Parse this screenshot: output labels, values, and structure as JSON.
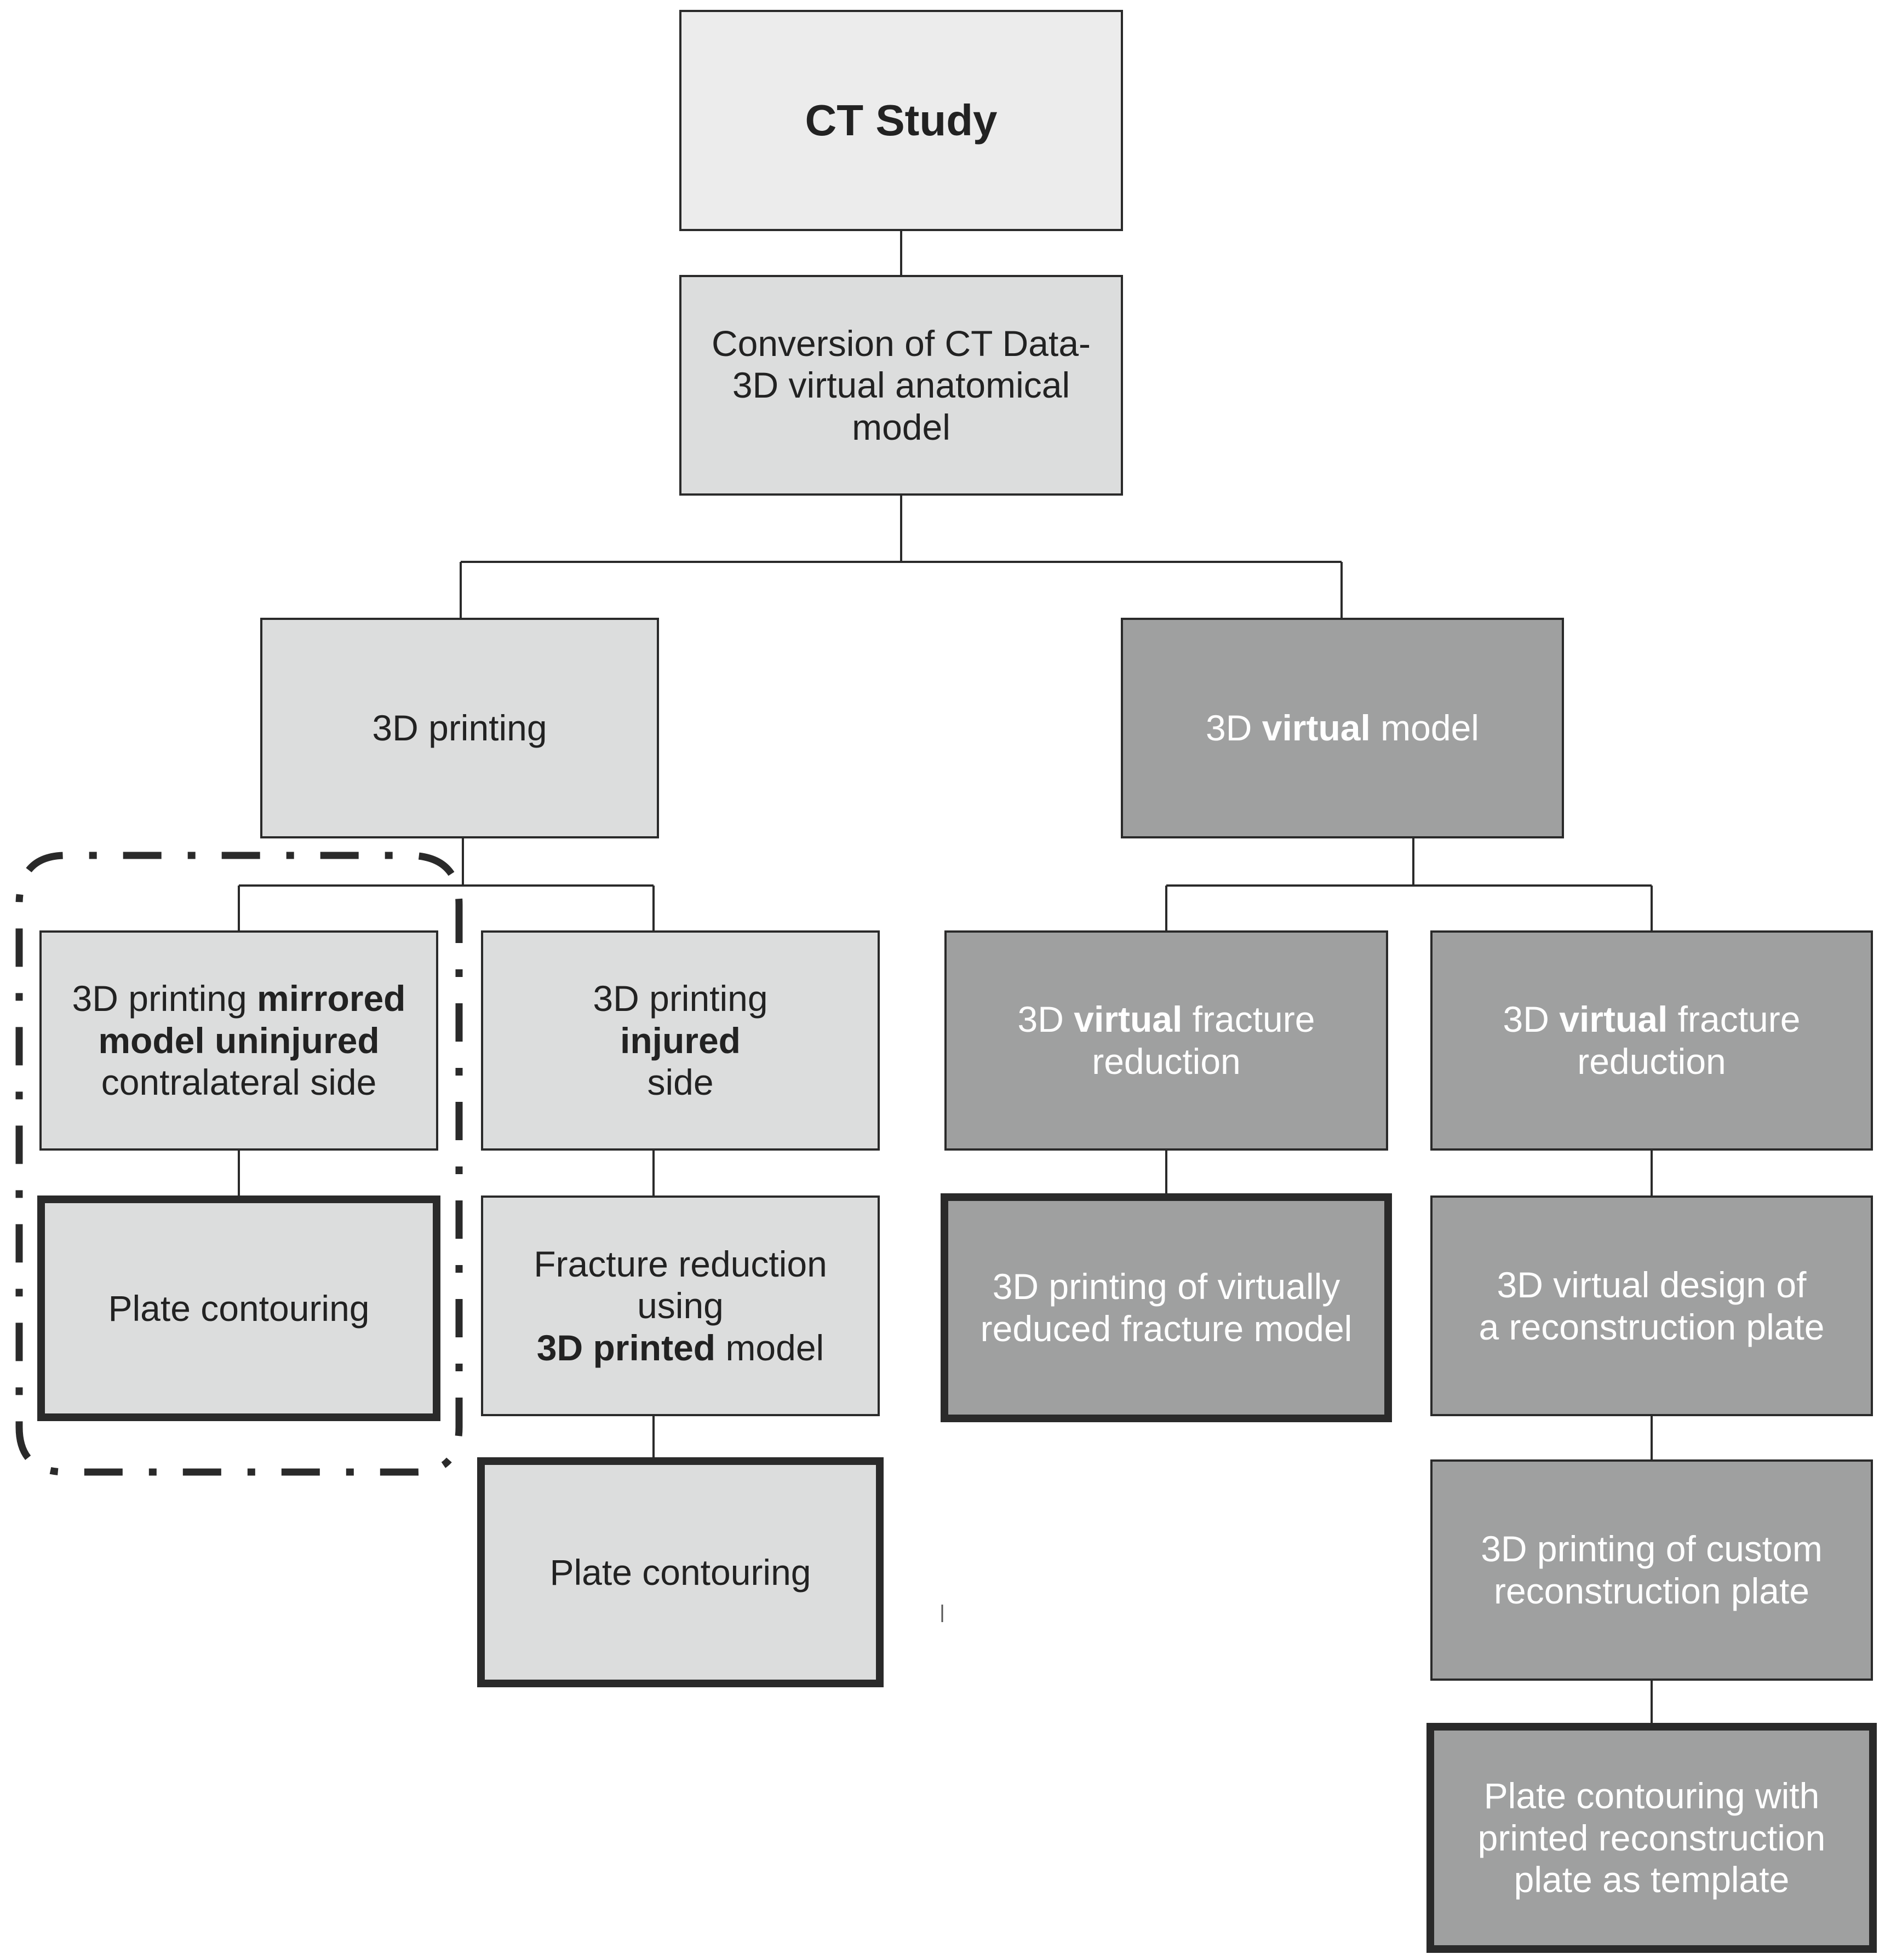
{
  "nodes": {
    "ct_study": {
      "parts": [
        {
          "text": "CT Study",
          "bold": true
        }
      ]
    },
    "conversion": {
      "lines": [
        "Conversion of CT Data-",
        "3D virtual anatomical",
        "model"
      ]
    },
    "printing": {
      "parts": [
        {
          "text": "3D printing",
          "bold": false
        }
      ]
    },
    "virtual_model": {
      "parts": [
        {
          "text": "3D ",
          "bold": false
        },
        {
          "text": "virtual",
          "bold": true
        },
        {
          "text": " model",
          "bold": false
        }
      ]
    },
    "mirrored": {
      "line1": [
        {
          "text": "3D printing ",
          "bold": false
        },
        {
          "text": "mirrored",
          "bold": true
        }
      ],
      "line2": "model uninjured",
      "line3": "contralateral side"
    },
    "injured": {
      "line1": "3D printing",
      "line2": "injured",
      "line3": "side"
    },
    "virtual_reduction_1": {
      "line1": [
        {
          "text": "3D ",
          "bold": false
        },
        {
          "text": "virtual",
          "bold": true
        },
        {
          "text": " fracture",
          "bold": false
        }
      ],
      "line2": "reduction"
    },
    "virtual_reduction_2": {
      "line1": [
        {
          "text": "3D ",
          "bold": false
        },
        {
          "text": "virtual",
          "bold": true
        },
        {
          "text": " fracture",
          "bold": false
        }
      ],
      "line2": "reduction"
    },
    "plate_contouring_1": {
      "text": "Plate contouring"
    },
    "fracture_reduction": {
      "line1": "Fracture reduction",
      "line2": "using",
      "line3": [
        {
          "text": "3D printed",
          "bold": true
        },
        {
          "text": " model",
          "bold": false
        }
      ]
    },
    "printing_reduced": {
      "lines": [
        "3D printing of virtually",
        "reduced fracture model"
      ]
    },
    "virtual_design": {
      "lines": [
        "3D virtual design of",
        "a reconstruction plate"
      ]
    },
    "plate_contouring_2": {
      "text": "Plate contouring"
    },
    "printing_custom": {
      "lines": [
        "3D printing of custom",
        "reconstruction plate"
      ]
    },
    "plate_contouring_template": {
      "lines": [
        "Plate contouring with",
        "printed reconstruction",
        "plate as template"
      ]
    }
  },
  "colors": {
    "light_fill": "#dcdddd",
    "lighter_fill": "#ececec",
    "dark_fill": "#9fa0a0",
    "border": "#2a2a2a",
    "dark_text": "#ffffff"
  }
}
